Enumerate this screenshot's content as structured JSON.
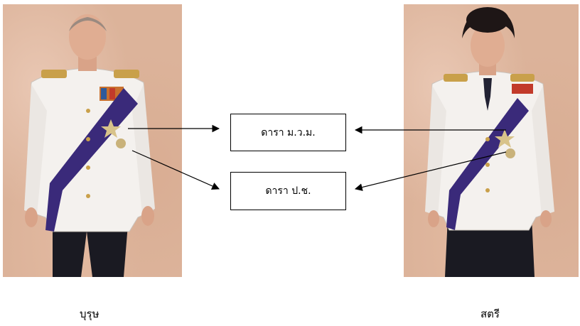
{
  "labels": {
    "medal_top": "ดารา ม.ว.ม.",
    "medal_bottom": "ดารา ป.ช."
  },
  "captions": {
    "male": "บุรุษ",
    "female": "สตรี"
  },
  "colors": {
    "backdrop": "#dcb39a",
    "uniform": "#f4f1ee",
    "sash": "#3a2a7a",
    "trousers": "#1a1a22"
  }
}
